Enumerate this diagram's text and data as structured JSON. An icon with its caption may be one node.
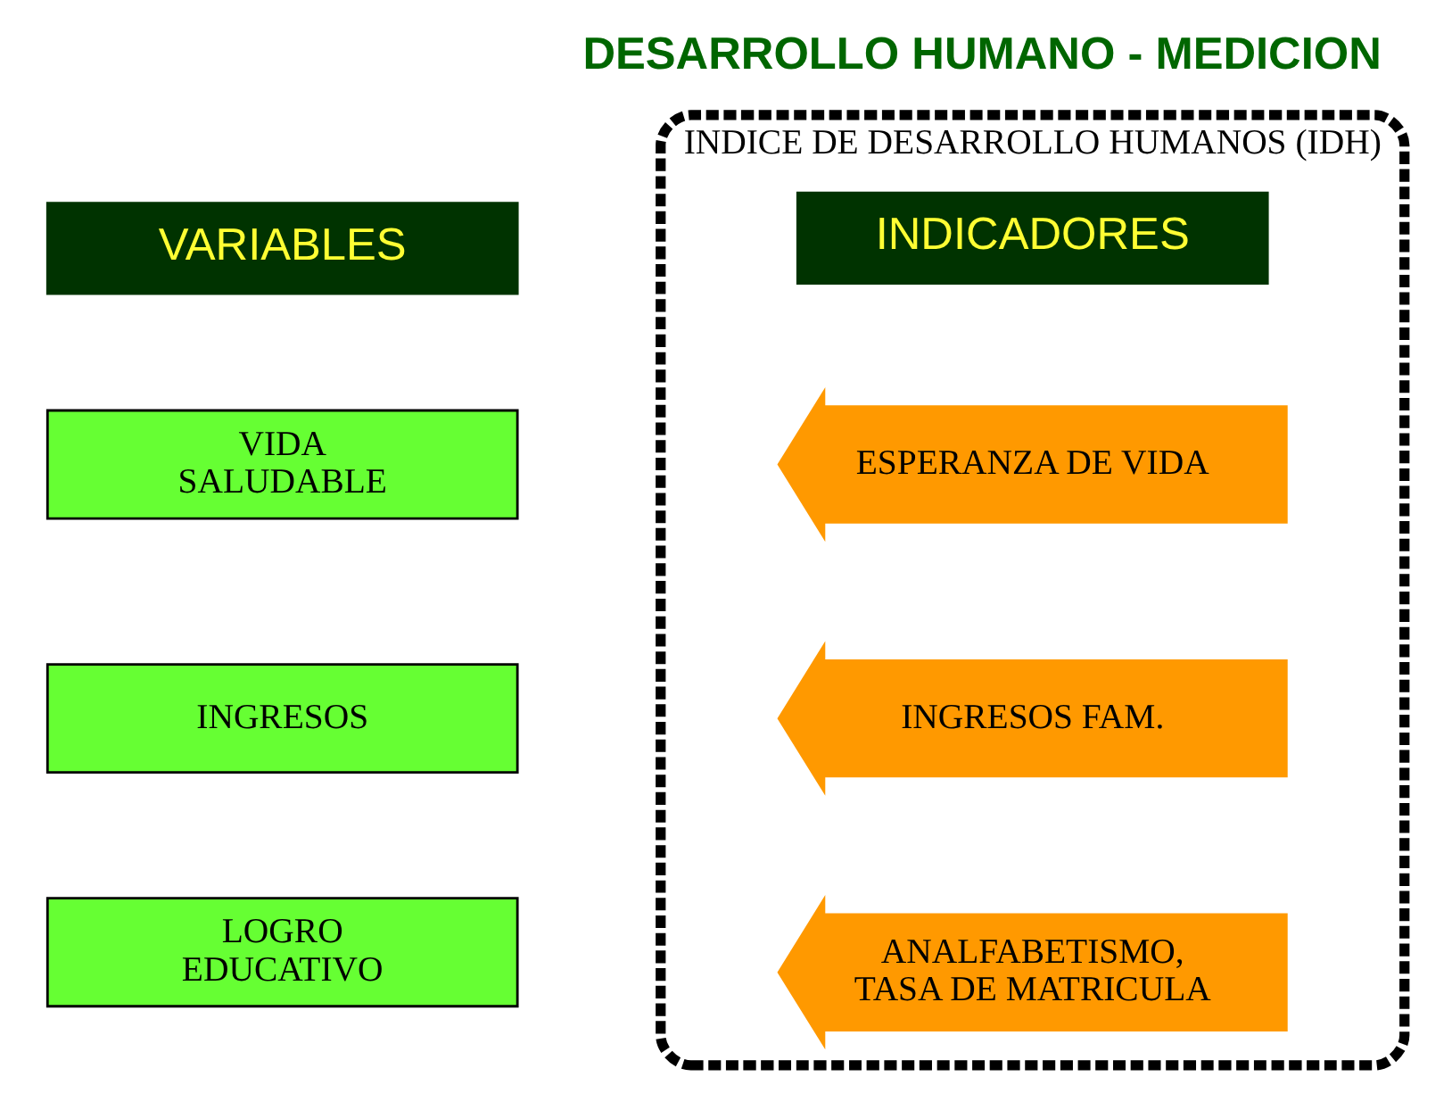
{
  "diagram": {
    "title": "DESARROLLO HUMANO - MEDICION",
    "nodes": [
      {
        "text": [
          "VARIABLES"
        ]
      },
      {
        "text": [
          "VIDA SALUDABLE"
        ]
      },
      {
        "text": [
          "INGRESOS"
        ]
      },
      {
        "text": [
          "LOGRO EDUCATIVO"
        ]
      },
      {
        "text": [
          "INDICE DE DESARROLLO HUMANOS (IDH)"
        ]
      },
      {
        "text": [
          "INDICADORES"
        ],
        "in": 4
      },
      {
        "text": [
          "ESPERANZA DE VIDA"
        ],
        "in": 4
      },
      {
        "text": [
          "INGRESOS FAM."
        ],
        "in": 4
      },
      {
        "text": [
          "ANALFABETISMO, TASA DE MATRICULA"
        ],
        "in": 4
      }
    ]
  }
}
